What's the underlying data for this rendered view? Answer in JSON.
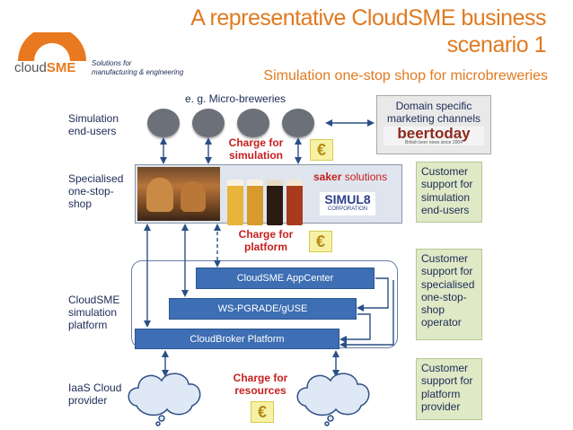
{
  "title": {
    "line1": "A representative CloudSME business",
    "line2": "scenario 1"
  },
  "subtitle": "Simulation one-stop shop for microbreweries",
  "logo": {
    "brand_plain": "cloud",
    "brand_accent": "SME",
    "tagline_1": "Solutions for",
    "tagline_2": "manufacturing & engineering"
  },
  "rows": {
    "end_users": [
      "Simulation",
      "end-users"
    ],
    "shop": [
      "Specialised",
      "one-stop-",
      "shop"
    ],
    "platform": [
      "CloudSME",
      "simulation",
      "platform"
    ],
    "iaas": [
      "IaaS Cloud",
      "provider"
    ]
  },
  "micro_breweries_label": "e. g. Micro-breweries",
  "marketing": {
    "lines": [
      "Domain specific",
      "marketing channels"
    ],
    "beertoday": "beertoday",
    "beertoday_tag": "British beer news since 2004"
  },
  "charges": {
    "simulation": [
      "Charge for",
      "simulation"
    ],
    "platform": [
      "Charge for",
      "platform"
    ],
    "resources": [
      "Charge for",
      "resources"
    ]
  },
  "euro_symbol": "€",
  "saker": {
    "bold": "saker",
    "rest": " solutions"
  },
  "simul8": {
    "main": "SIMUL8",
    "sub": "CORPORATION"
  },
  "platform_bars": {
    "appcenter": "CloudSME AppCenter",
    "wspgrade": "WS-PGRADE/gUSE",
    "cloudbroker": "CloudBroker Platform"
  },
  "support": {
    "end_users": [
      "Customer",
      "support for",
      "simulation",
      "end-users"
    ],
    "shop_operator": [
      "Customer",
      "support for",
      "specialised",
      "one-stop-",
      "shop",
      "operator"
    ],
    "platform_provider": [
      "Customer",
      "support for",
      "platform",
      "provider"
    ]
  },
  "colors": {
    "orange": "#e07a20",
    "navy": "#1c2a55",
    "red": "#c62020",
    "bar_blue": "#3e6eb3",
    "green_box": "#dfe9c6",
    "node_gray": "#6b7079"
  }
}
